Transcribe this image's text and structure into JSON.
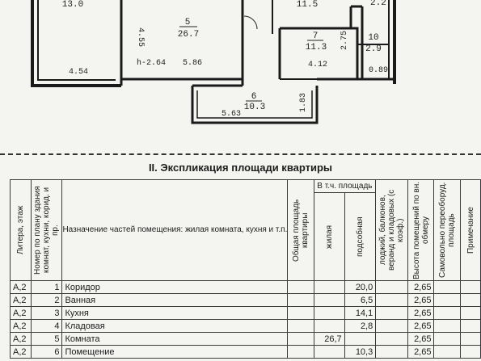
{
  "plan": {
    "rooms": [
      {
        "num": "",
        "area": "13.0"
      },
      {
        "num": "5",
        "area": "26.7"
      },
      {
        "num": "",
        "area": "11.5"
      },
      {
        "num": "",
        "area": "2.2"
      },
      {
        "num": "7",
        "area": "11.3"
      },
      {
        "num": "10",
        "area": "2.9"
      },
      {
        "num": "6",
        "area": "10.3"
      }
    ],
    "dims": [
      "4.55",
      "4.54",
      "h-2.64",
      "5.86",
      "2.75",
      "4.12",
      "0.89",
      "1.83",
      "5.63"
    ]
  },
  "section_title": "II. Экспликация площади квартиры",
  "table": {
    "headers": {
      "litera": "Литера, этаж",
      "number": "Номер по плану здания комнат, кухни, корид. и пр.",
      "purpose": "Назначение частей помещения: жилая комната, кухня и т.п.",
      "total": "Общая площадь квартиры",
      "incl": "В т.ч. площадь",
      "living": "жилая",
      "aux": "подсобная",
      "loggia": "лоджий, балконов, веранд и кладовых (с коэф.)",
      "height": "Высота помещений по вн. обмеру",
      "self": "Самовольно переоборуд. площадь",
      "note": "Примечание"
    },
    "rows": [
      {
        "lit": "А,2",
        "no": "1",
        "name": "Коридор",
        "total": "",
        "living": "",
        "aux": "20,0",
        "loggia": "",
        "height": "2,65",
        "self": "",
        "note": ""
      },
      {
        "lit": "А,2",
        "no": "2",
        "name": "Ванная",
        "total": "",
        "living": "",
        "aux": "6,5",
        "loggia": "",
        "height": "2,65",
        "self": "",
        "note": ""
      },
      {
        "lit": "А,2",
        "no": "3",
        "name": "Кухня",
        "total": "",
        "living": "",
        "aux": "14,1",
        "loggia": "",
        "height": "2,65",
        "self": "",
        "note": ""
      },
      {
        "lit": "А,2",
        "no": "4",
        "name": "Кладовая",
        "total": "",
        "living": "",
        "aux": "2,8",
        "loggia": "",
        "height": "2,65",
        "self": "",
        "note": ""
      },
      {
        "lit": "А,2",
        "no": "5",
        "name": "Комната",
        "total": "",
        "living": "26,7",
        "aux": "",
        "loggia": "",
        "height": "2,65",
        "self": "",
        "note": ""
      },
      {
        "lit": "А,2",
        "no": "6",
        "name": "Помещение",
        "total": "",
        "living": "",
        "aux": "10,3",
        "loggia": "",
        "height": "2,65",
        "self": "",
        "note": ""
      }
    ]
  }
}
